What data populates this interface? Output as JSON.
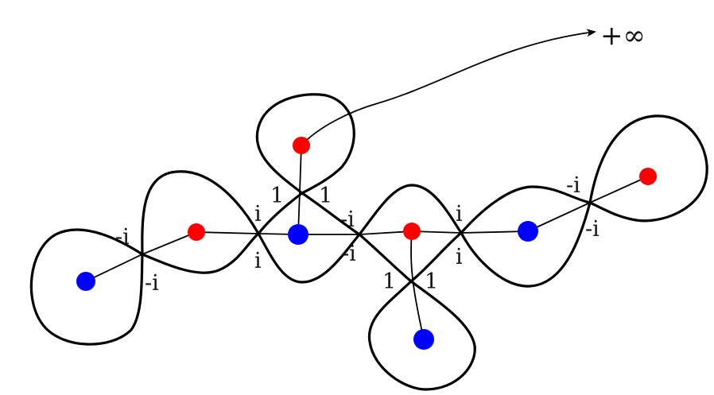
{
  "colors": {
    "pole": "#ff0000",
    "zero": "#0000ff",
    "curve": "#000000"
  },
  "infinity_label": "+∞",
  "labels": {
    "a_upper": "-i",
    "a_lower": "-i",
    "b_upper": "i",
    "b_lower": "i",
    "c_left": "1",
    "c_right": "1",
    "d_upper": "-i",
    "d_lower": "-i",
    "e_left": "1",
    "e_right": "1",
    "f_upper": "i",
    "f_lower": "i",
    "g_upper": "-i",
    "g_lower": "-i"
  }
}
